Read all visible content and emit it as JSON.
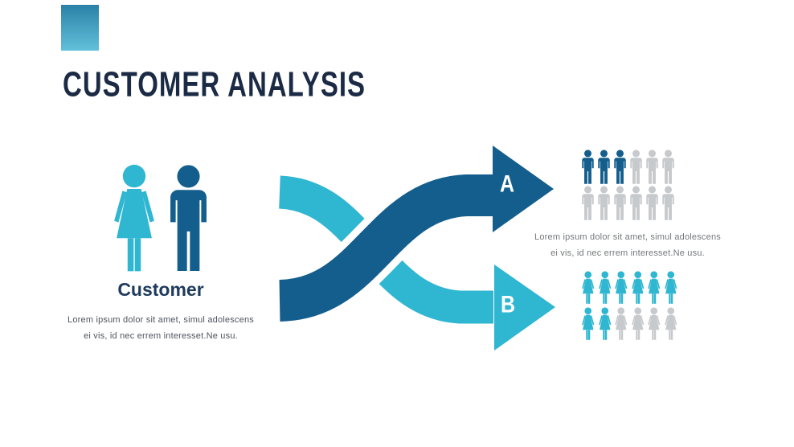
{
  "slide": {
    "title": "CUSTOMER ANALYSIS"
  },
  "palette": {
    "teal": "#2fb6d1",
    "navy": "#145e8d",
    "title_navy": "#1b2b45",
    "label_navy": "#1e3a5c",
    "inactive_gray": "#c7cacd",
    "accent_gradient_top": "#2b80a7",
    "accent_gradient_bottom": "#62c1da",
    "arrow_label_color": "#ffffff"
  },
  "customer": {
    "label": "Customer",
    "description_line1": "Lorem ipsum dolor sit amet, simul adolescens",
    "description_line2": "ei vis, id nec errem interesset.Ne usu."
  },
  "branches": [
    {
      "label": "A",
      "icon": "male",
      "color": "#145e8d",
      "highlighted": 3,
      "total": 12,
      "rows": [
        [
          "on",
          "on",
          "on",
          "off",
          "off",
          "off"
        ],
        [
          "off",
          "off",
          "off",
          "off",
          "off",
          "off"
        ]
      ],
      "description_line1": "Lorem ipsum dolor sit amet, simul adolescens",
      "description_line2": "ei vis, id nec errem interesset.Ne usu."
    },
    {
      "label": "B",
      "icon": "female",
      "color": "#2fb6d1",
      "highlighted": 8,
      "total": 12,
      "rows": [
        [
          "on",
          "on",
          "on",
          "on",
          "on",
          "on"
        ],
        [
          "on",
          "on",
          "off",
          "off",
          "off",
          "off"
        ]
      ]
    }
  ]
}
